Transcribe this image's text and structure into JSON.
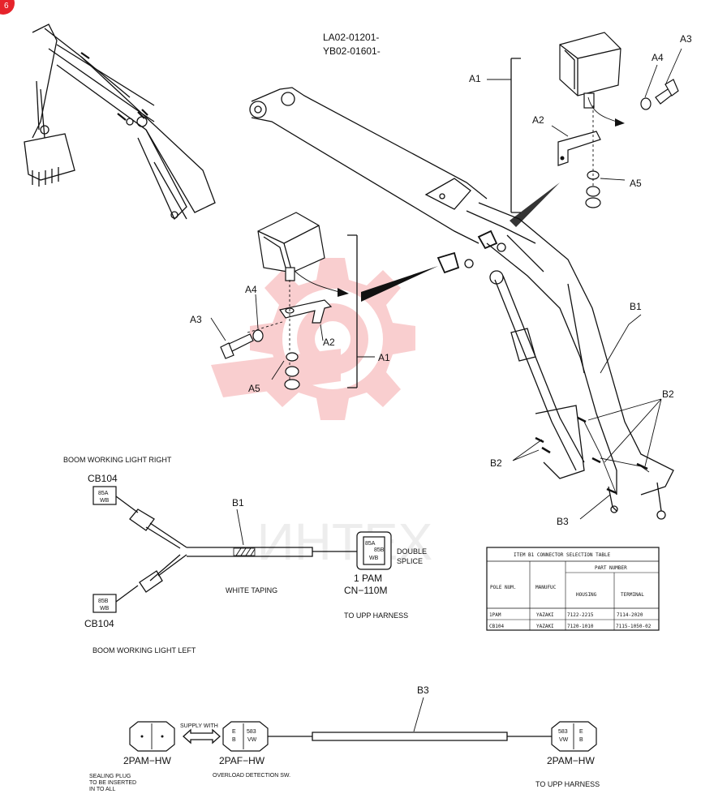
{
  "corner_badge": "6",
  "model_codes": [
    "LA02-01201-",
    "YB02-01601-"
  ],
  "watermark_text": "ИНТЕХ",
  "watermark_color": "#e6242b",
  "callouts": {
    "a1": "A1",
    "a2": "A2",
    "a3": "A3",
    "a4": "A4",
    "a5": "A5",
    "b1": "B1",
    "b2": "B2",
    "b3": "B3"
  },
  "harness": {
    "right_title": "BOOM  WORKING LIGHT RIGHT",
    "left_title": "BOOM  WORKING LIGHT LEFT",
    "cb104_top": "CB104",
    "cb104_bottom": "CB104",
    "conn_85a": [
      "85A",
      "WB"
    ],
    "conn_85b": [
      "85B",
      "WB"
    ],
    "b1_label": "B1",
    "white_taping": "WHITE TAPING",
    "double_splice": [
      "DOUBLE",
      "SPLICE"
    ],
    "pam": "1 PAM",
    "cn": "CN−110M",
    "to_upp": "TO UPP HARNESS",
    "splice_conn": [
      "85A",
      "85B",
      "WB"
    ]
  },
  "table": {
    "title": "ITEM  B1   CONNECTOR SELECTION TABLE",
    "col_pole": "POLE NUM.",
    "col_manufuc": "MANUFUC",
    "col_part": "PART NUMBER",
    "col_housing": "HOUSING",
    "col_terminal": "TERMINAL",
    "rows": [
      [
        "1PAM",
        "YAZAKI",
        "7122-2215",
        "7114-2020"
      ],
      [
        "CB104",
        "YAZAKI",
        "7120-1010",
        "7115-1050-02"
      ]
    ]
  },
  "b3_harness": {
    "b3_label": "B3",
    "supply_with": "SUPPLY WITH",
    "left_conn": "2PAM−HW",
    "mid_conn": "2PAF−HW",
    "right_conn": "2PAM−HW",
    "mid_pins": [
      "E",
      "B",
      "583",
      "VW"
    ],
    "right_pins": [
      "583",
      "VW",
      "E",
      "B"
    ],
    "sealing_plug": [
      "SEALING PLUG",
      "TO BE INSERTED",
      "IN TO ALL"
    ],
    "overload": "OVERLOAD DETECTION SW.",
    "to_upp": "TO UPP HARNESS"
  }
}
